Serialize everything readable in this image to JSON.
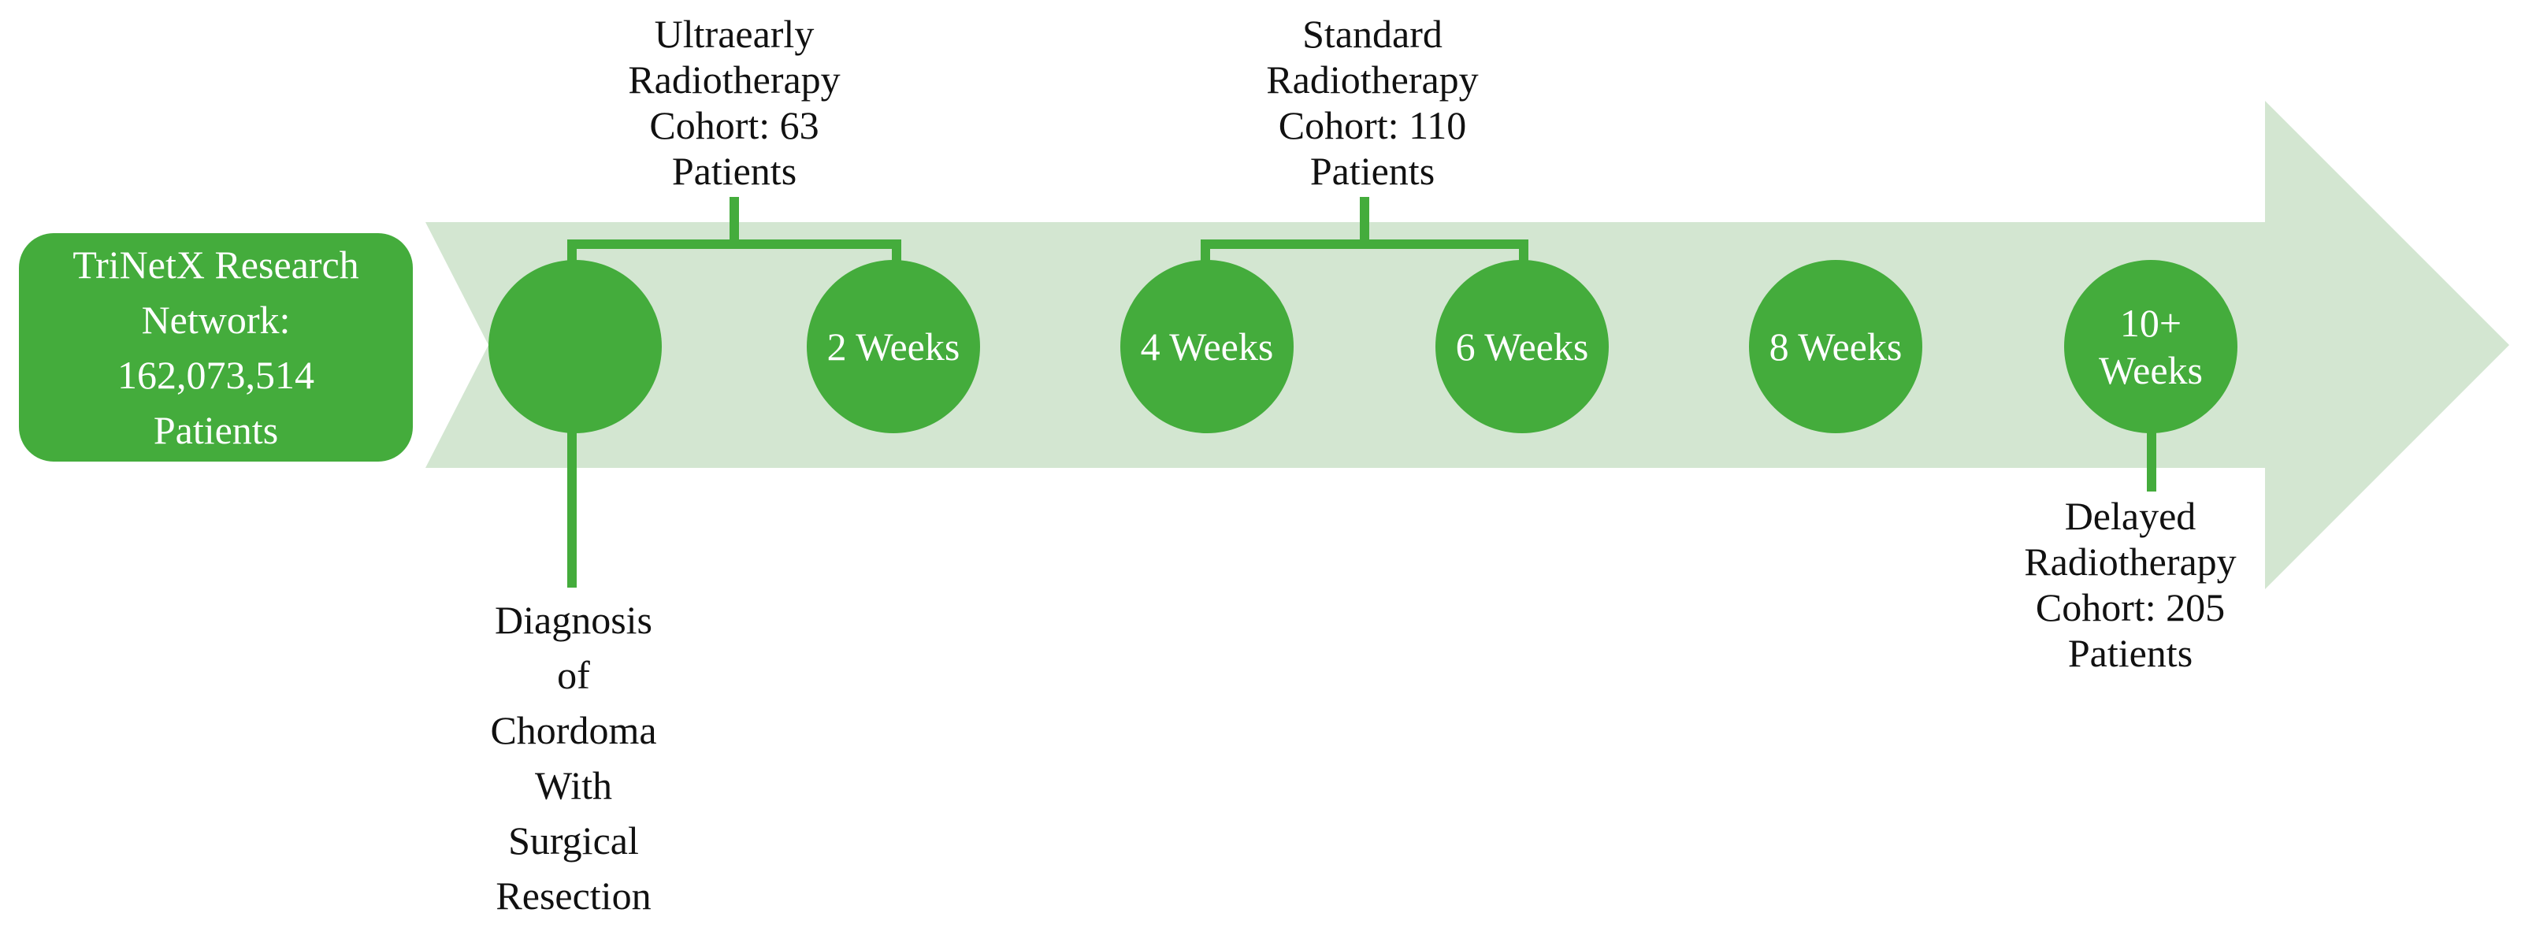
{
  "colors": {
    "arrow_fill": "#d3e6d1",
    "node_fill": "#44ac3c",
    "connector": "#44ac3c",
    "text_on_green": "#ffffff",
    "label_text": "#111111"
  },
  "source": {
    "label": "TriNetX Research\nNetwork:\n162,073,514\nPatients"
  },
  "timeline": {
    "nodes": [
      {
        "id": "diagnosis",
        "label": ""
      },
      {
        "id": "week-2",
        "label": "2 Weeks"
      },
      {
        "id": "week-4",
        "label": "4 Weeks"
      },
      {
        "id": "week-6",
        "label": "6 Weeks"
      },
      {
        "id": "week-8",
        "label": "8 Weeks"
      },
      {
        "id": "week-10-plus",
        "label": "10+\nWeeks"
      }
    ]
  },
  "cohorts": {
    "ultraearly": "Ultraearly\nRadiotherapy\nCohort: 63\nPatients",
    "standard": "Standard\nRadiotherapy\nCohort: 110\nPatients",
    "delayed": "Delayed\nRadiotherapy\nCohort: 205\nPatients"
  },
  "diagnosis_label": "Diagnosis\nof\nChordoma\nWith\nSurgical\nResection"
}
